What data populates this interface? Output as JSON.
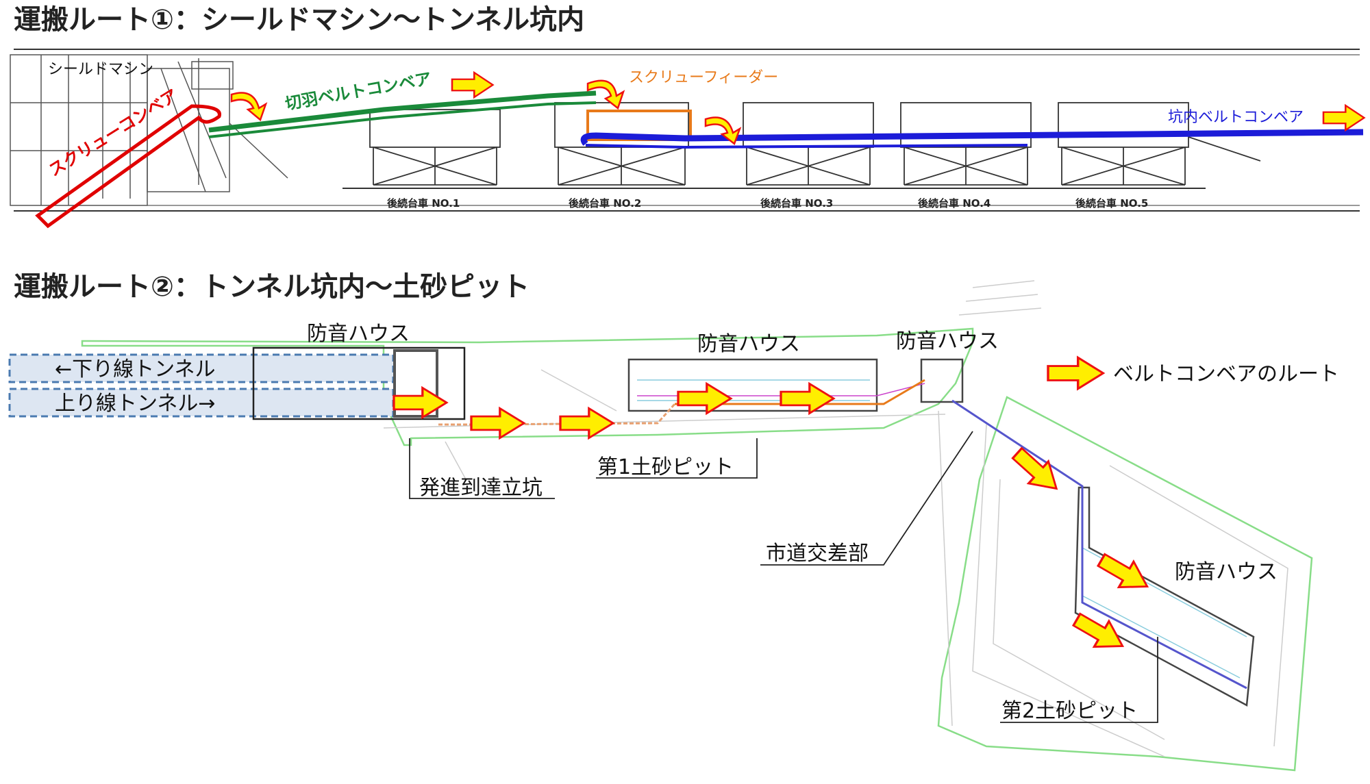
{
  "route1": {
    "title": "運搬ルート①：シールドマシン〜トンネル坑内",
    "shield_machine": "シールドマシン",
    "screw_conveyor": "スクリューコンベア",
    "face_belt_conveyor": "切羽ベルトコンベア",
    "screw_feeder": "スクリューフィーダー",
    "tunnel_belt_conveyor": "坑内ベルトコンベア",
    "carts": [
      "後続台車 NO.1",
      "後続台車 NO.2",
      "後続台車 NO.3",
      "後続台車 NO.4",
      "後続台車 NO.5"
    ]
  },
  "route2": {
    "title": "運搬ルート②：トンネル坑内〜土砂ピット",
    "soundproof_house": "防音ハウス",
    "down_tunnel": "←下り線トンネル",
    "up_tunnel": "上り線トンネル→",
    "launch_shaft": "発進到達立坑",
    "pit1": "第1土砂ピット",
    "pit2": "第2土砂ピット",
    "city_road": "市道交差部",
    "legend_route": "ベルトコンベアのルート"
  },
  "colors": {
    "arrow_fill": "#ffee00",
    "arrow_stroke": "#ee1111",
    "screw_conveyor": "#e00000",
    "face_belt": "#1a8a3a",
    "feeder": "#e87a1a",
    "tunnel_belt": "#1c1cd8",
    "site_boundary": "#88dd88"
  }
}
